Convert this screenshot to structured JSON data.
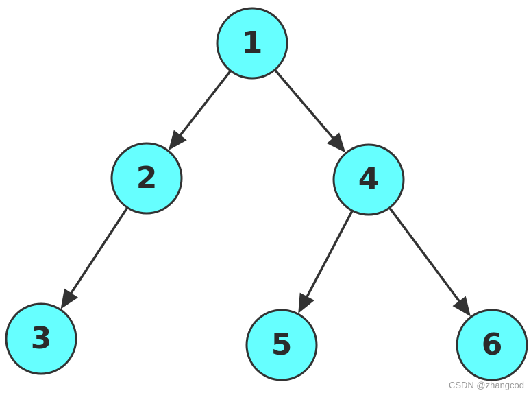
{
  "tree": {
    "nodes": [
      {
        "id": "1",
        "label": "1"
      },
      {
        "id": "2",
        "label": "2"
      },
      {
        "id": "3",
        "label": "3"
      },
      {
        "id": "4",
        "label": "4"
      },
      {
        "id": "5",
        "label": "5"
      },
      {
        "id": "6",
        "label": "6"
      }
    ],
    "edges": [
      {
        "from": "1",
        "to": "2"
      },
      {
        "from": "1",
        "to": "4"
      },
      {
        "from": "2",
        "to": "3"
      },
      {
        "from": "4",
        "to": "5"
      },
      {
        "from": "4",
        "to": "6"
      }
    ]
  },
  "colors": {
    "node_fill": "#66ffff",
    "node_stroke": "#333333",
    "edge": "#333333",
    "label": "#2b2b2b"
  },
  "watermark": {
    "text": "CSDN @zhangcod"
  }
}
